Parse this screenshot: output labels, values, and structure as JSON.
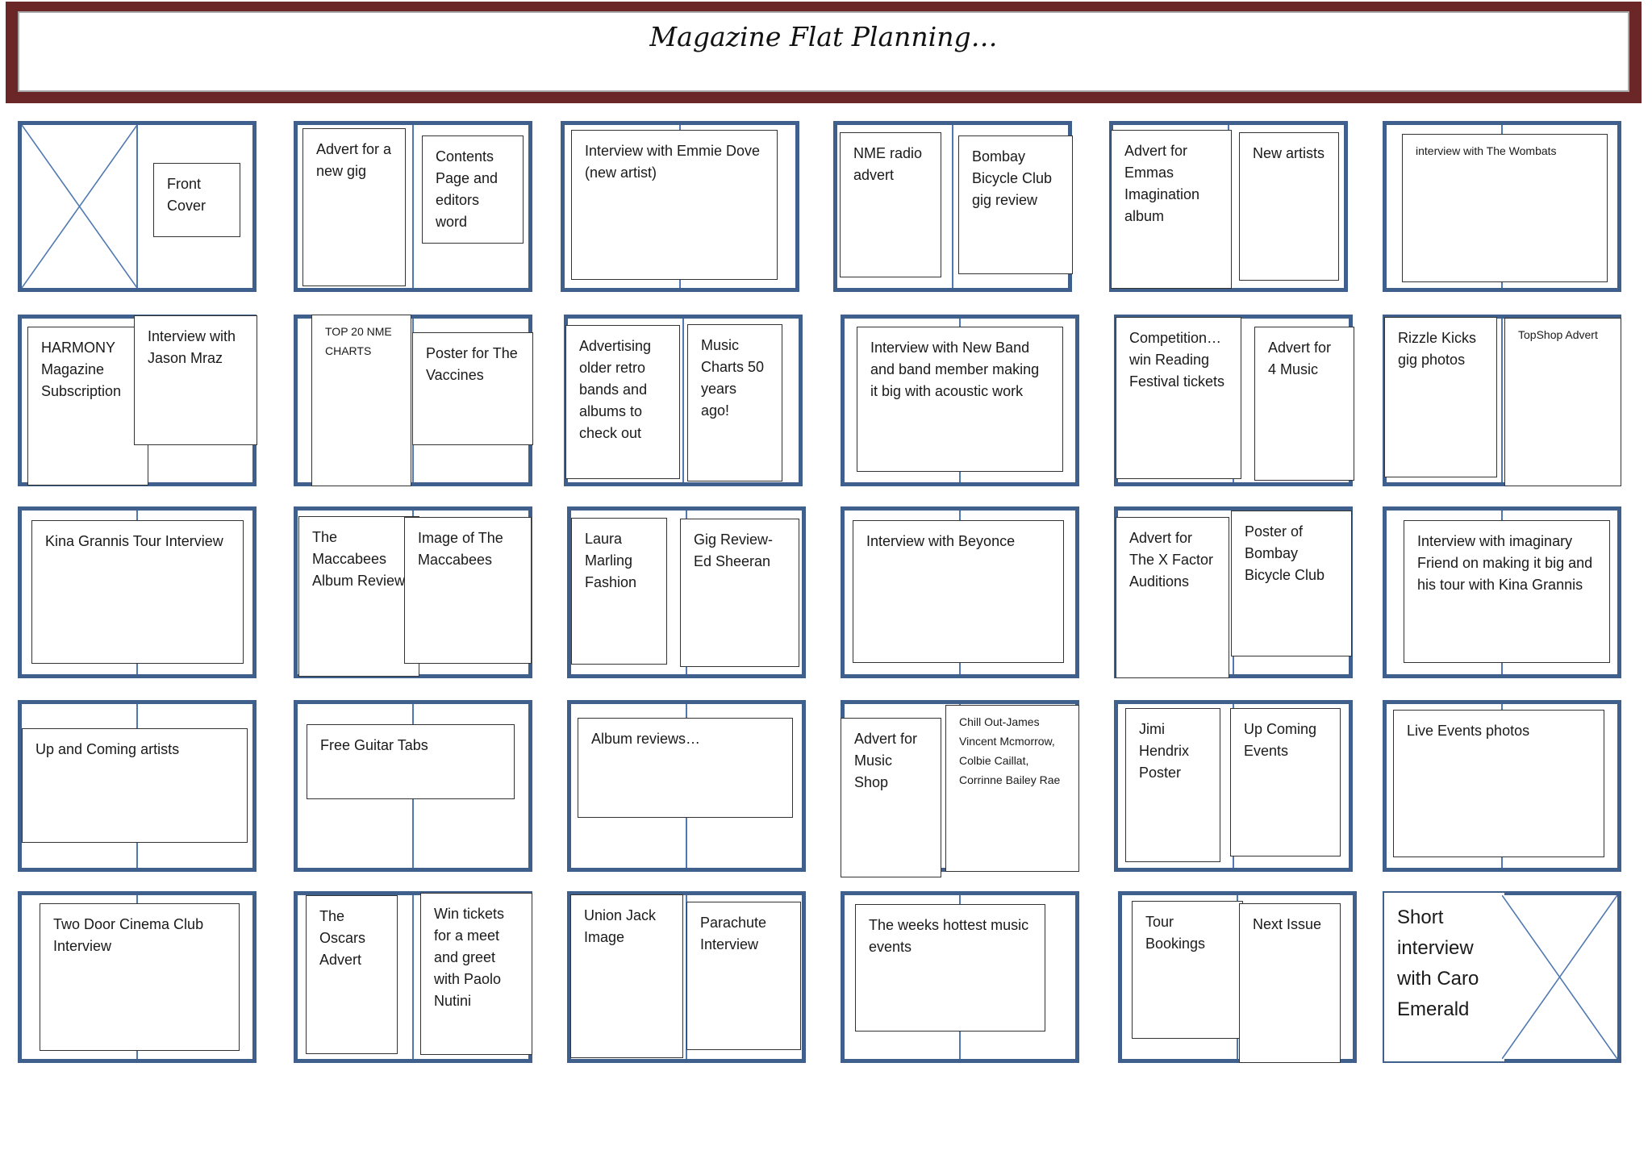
{
  "title": "Magazine Flat Planning…",
  "colors": {
    "band": "#6b2727",
    "spread_border": "#3f5f8c",
    "fold": "#4f79b0",
    "box_border": "#333333"
  },
  "spreads": [
    {
      "left_cross": true,
      "right": "Front Cover"
    },
    {
      "left": "Advert for a new gig",
      "right": "Contents Page and editors word"
    },
    {
      "full": "Interview with Emmie Dove (new artist)"
    },
    {
      "left": "NME radio advert",
      "right": "Bombay Bicycle Club gig review"
    },
    {
      "left": "Advert for Emmas Imagination album",
      "right": "New artists"
    },
    {
      "full": "interview with The Wombats"
    },
    {
      "left": "HARMONY Magazine Subscription",
      "right": "Interview with Jason Mraz"
    },
    {
      "left": "TOP 20 NME CHARTS",
      "right": "Poster for The Vaccines"
    },
    {
      "left": "Advertising older retro bands and albums to check out",
      "right": "Music Charts 50 years ago!"
    },
    {
      "full": "Interview with New Band and band member making it big with acoustic work"
    },
    {
      "left": "Competition… win Reading Festival tickets",
      "right": "Advert for 4 Music"
    },
    {
      "left": "Rizzle Kicks gig photos",
      "right": "TopShop Advert"
    },
    {
      "full": "Kina Grannis Tour Interview"
    },
    {
      "left": "The Maccabees Album Review",
      "right": "Image of The Maccabees"
    },
    {
      "left": "Laura Marling Fashion",
      "right": "Gig Review- Ed Sheeran"
    },
    {
      "full": "Interview with Beyonce"
    },
    {
      "left": "Advert for The X Factor Auditions",
      "right": "Poster of Bombay Bicycle Club"
    },
    {
      "full": "Interview with imaginary Friend on making it big and his tour with Kina Grannis"
    },
    {
      "full": "Up and Coming artists"
    },
    {
      "full": "Free Guitar Tabs"
    },
    {
      "full": "Album reviews…"
    },
    {
      "left": "Advert for Music Shop",
      "right": "Chill Out-James Vincent Mcmorrow, Colbie Caillat, Corrinne Bailey Rae"
    },
    {
      "left": "Jimi Hendrix Poster",
      "right": "Up Coming Events"
    },
    {
      "full": "Live Events photos"
    },
    {
      "full": "Two Door Cinema Club Interview"
    },
    {
      "left": "The Oscars Advert",
      "right": "Win tickets for a meet and greet with Paolo Nutini"
    },
    {
      "left": "Union Jack Image",
      "right": "Parachute Interview"
    },
    {
      "full": "The weeks hottest music events"
    },
    {
      "left": "Tour Bookings",
      "right": "Next Issue"
    },
    {
      "left": "Short interview with Caro Emerald",
      "right_cross": true
    }
  ]
}
